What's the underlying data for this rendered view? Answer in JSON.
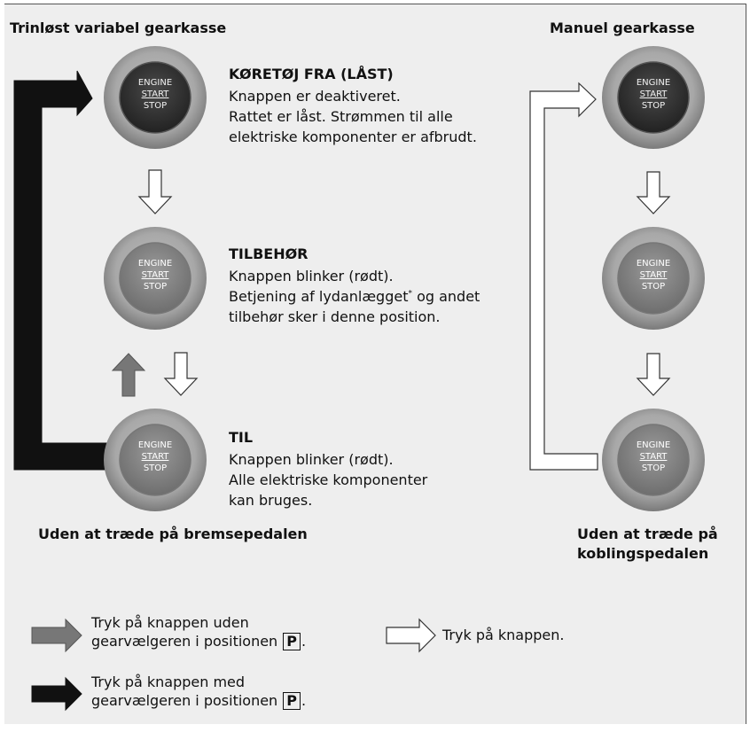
{
  "titles": {
    "left": "Trinløst variabel gearkasse",
    "right": "Manuel gearkasse"
  },
  "button": {
    "line1": "ENGINE",
    "line2": "START",
    "line3": "STOP"
  },
  "states": {
    "off": {
      "title": "KØRETØJ FRA (LÅST)",
      "line1": "Knappen er deaktiveret.",
      "line2": "Rattet er låst. Strømmen til alle",
      "line3": "elektriske komponenter er afbrudt."
    },
    "accessory": {
      "title": "TILBEHØR",
      "line1": "Knappen blinker (rødt).",
      "line2_part1": "Betjening af lydanlægget",
      "line2_mark": "*",
      "line2_part2": " og andet",
      "line3": "tilbehør sker i denne position."
    },
    "on": {
      "title": "TIL",
      "line1": "Knappen blinker (rødt).",
      "line2": "Alle elektriske komponenter",
      "line3": "kan bruges."
    }
  },
  "captions": {
    "left": "Uden at træde på bremsepedalen",
    "right_line1": "Uden at træde på",
    "right_line2": "koblingspedalen"
  },
  "legend": {
    "gray_line1": "Tryk på knappen uden",
    "gray_line2": "gearvælgeren i positionen",
    "white": "Tryk på knappen.",
    "black_line1": "Tryk på knappen med",
    "black_line2": "gearvælgeren i positionen",
    "p_symbol": "P",
    "period": "."
  },
  "colors": {
    "gray_arrow": "#777777",
    "black_arrow": "#111111",
    "white_arrow": "#ffffff",
    "button_off": "#3a3a3a",
    "button_on": "#8a8a8a"
  }
}
